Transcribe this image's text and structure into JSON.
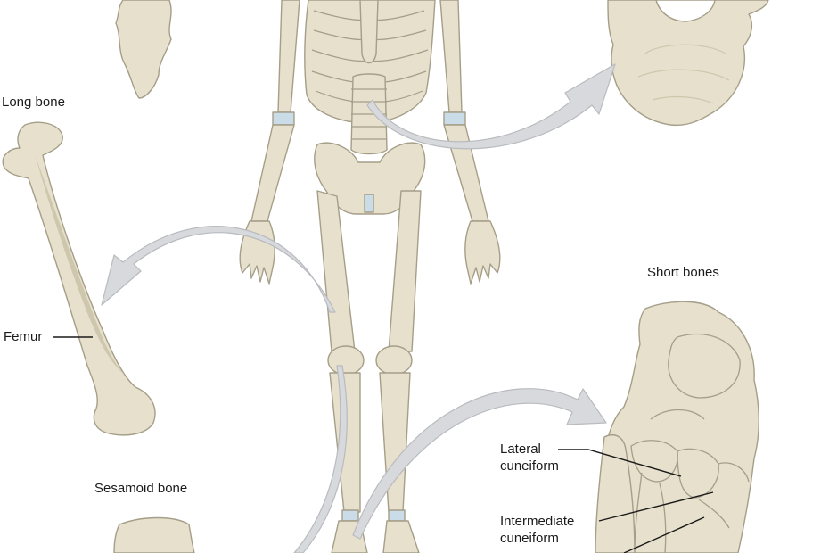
{
  "labels": {
    "long_bone": "Long bone",
    "femur": "Femur",
    "sesamoid_bone": "Sesamoid bone",
    "short_bones": "Short bones",
    "lateral_cuneiform": [
      "Lateral",
      "cuneiform"
    ],
    "intermediate_cuneiform": [
      "Intermediate",
      "cuneiform"
    ]
  },
  "colors": {
    "bone_fill": "#e6e0cc",
    "bone_shade": "#cfc7ad",
    "bone_outline": "#a59e88",
    "cartilage": "#c9dce8",
    "arrow_fill": "#d7d9dc",
    "arrow_edge": "#b8bbbf",
    "leader_line": "#1a1a1a"
  }
}
